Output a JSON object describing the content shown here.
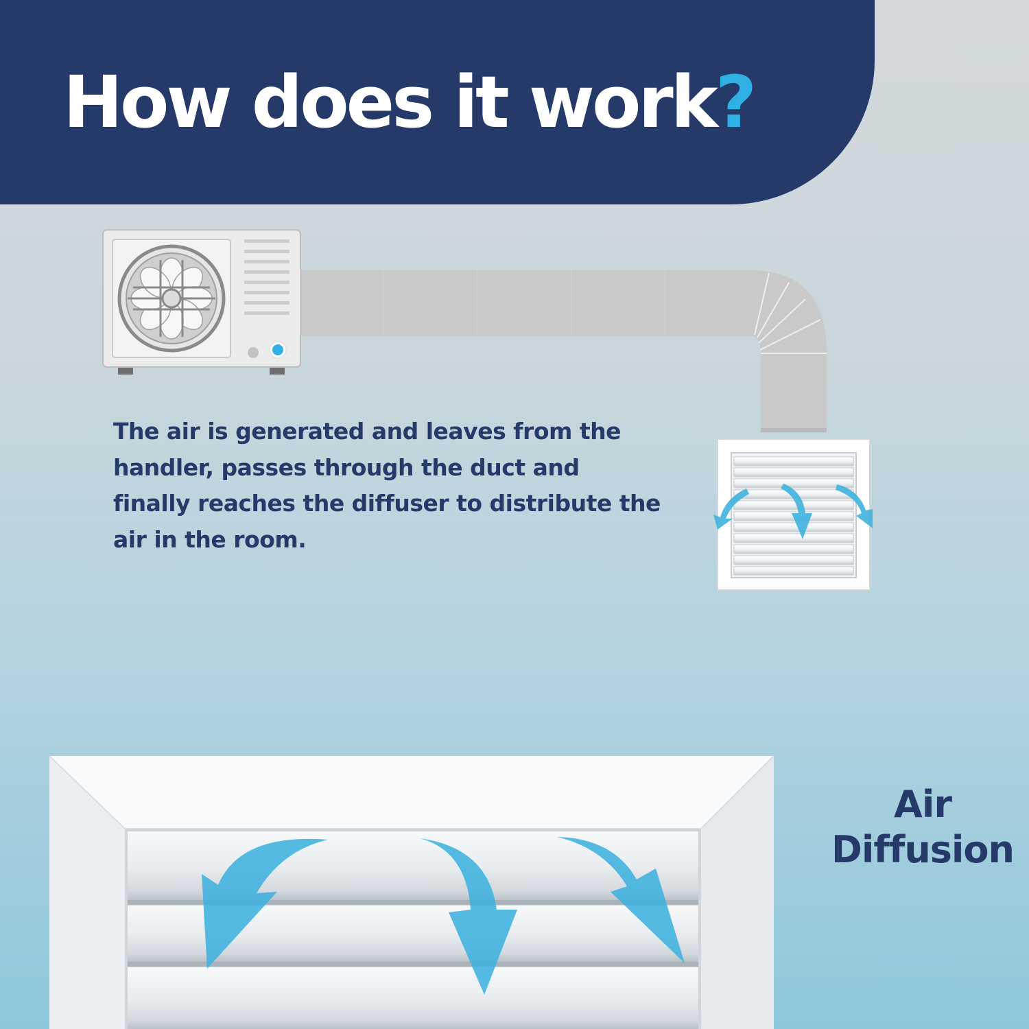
{
  "header": {
    "title_text": "How does it work",
    "title_mark": "?"
  },
  "description": "The air is generated and leaves from the handler, passes through the duct and finally reaches the diffuser to distribute the air in the room.",
  "side_label": {
    "line1": "Air",
    "line2": "Diffusion"
  },
  "diagram": {
    "parts": [
      "air-handler-unit",
      "duct",
      "diffuser",
      "airflow-arrows"
    ]
  },
  "colors": {
    "navy": "#263a6a",
    "accent_blue": "#2eb0e4",
    "arrow_blue": "#3fb2de",
    "duct_gray": "#c9c9c9"
  }
}
